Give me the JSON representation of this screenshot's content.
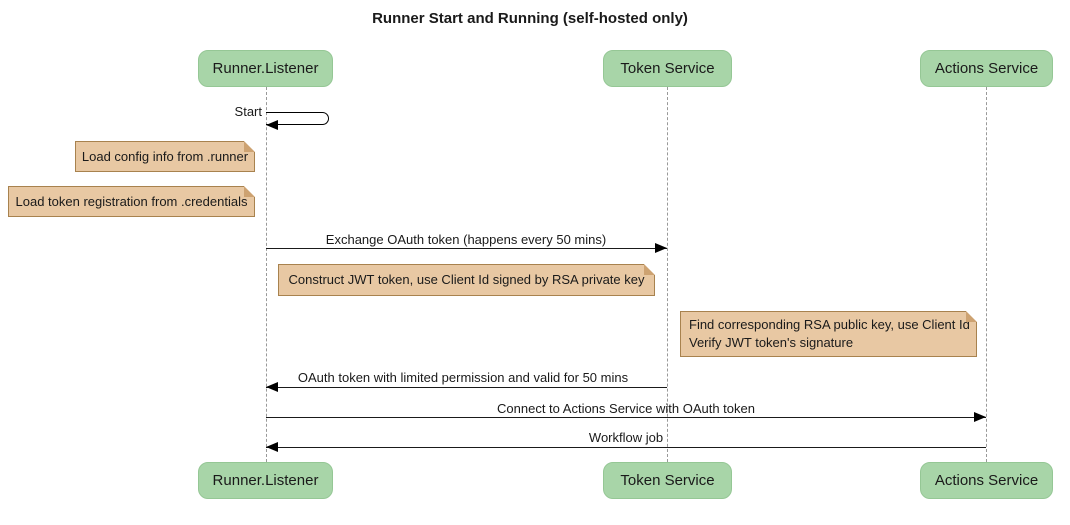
{
  "title": "Runner Start and Running (self-hosted only)",
  "participants": {
    "runner": "Runner.Listener",
    "token": "Token Service",
    "actions": "Actions Service"
  },
  "messages": {
    "start": "Start",
    "exchange": "Exchange OAuth token (happens every 50 mins)",
    "oauth_reply": "OAuth token with limited permission and valid for 50 mins",
    "connect": "Connect to Actions Service with OAuth token",
    "workflow": "Workflow job"
  },
  "notes": {
    "load_config": "Load config info from .runner",
    "load_credentials": "Load token registration from .credentials",
    "construct_jwt": "Construct JWT token, use Client Id signed by RSA private key",
    "find_rsa_line1": "Find corresponding RSA public key, use Client Id",
    "find_rsa_line2": "Verify JWT token's signature"
  },
  "colors": {
    "participant_fill": "#a8d5a8",
    "participant_border": "#95c795",
    "note_fill": "#e8c8a3",
    "note_border": "#a8824e",
    "lifeline": "#999999",
    "arrow": "#000000",
    "background": "#ffffff"
  }
}
